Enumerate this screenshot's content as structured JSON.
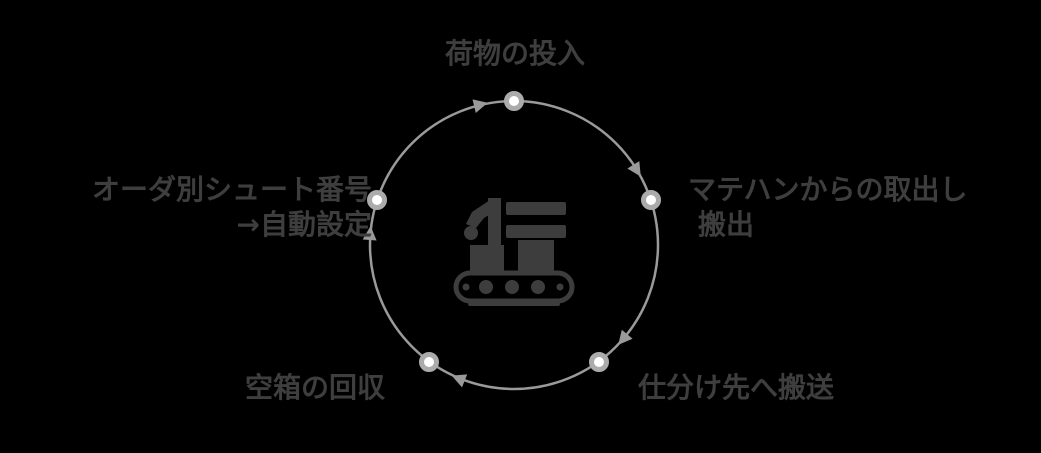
{
  "diagram": {
    "title": "sorting-system-cycle",
    "colors": {
      "background": "#000000",
      "circle": "#9a9a9a",
      "node_fill": "#ffffff",
      "node_ring": "#ababab",
      "text": "#3e3e3e",
      "icon": "#3d3d3d"
    },
    "direction": "clockwise",
    "center_icon": "sorter-conveyor-icon",
    "steps": {
      "top": {
        "label": "荷物の投入"
      },
      "right": {
        "line1": "マテハンからの取出し",
        "line2": "搬出"
      },
      "bottom_right": {
        "label": "仕分け先へ搬送"
      },
      "bottom_left": {
        "label": "空箱の回収"
      },
      "left": {
        "line1": "オーダ別シュート番号",
        "line2": "→自動設定"
      }
    }
  }
}
